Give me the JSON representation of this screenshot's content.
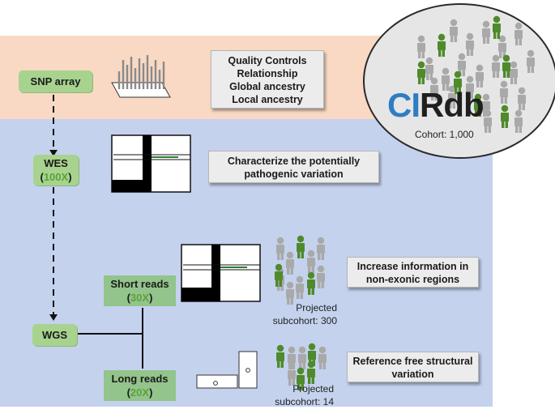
{
  "nodes": {
    "snp": "SNP array",
    "wes_name": "WES",
    "wes_depth": "100X",
    "wgs": "WGS",
    "short_name": "Short reads",
    "short_depth": "30X",
    "long_name": "Long reads",
    "long_depth": "20X"
  },
  "callouts": {
    "snp": [
      "Quality Controls",
      "Relationship",
      "Global ancestry",
      "Local ancestry"
    ],
    "wes": [
      "Characterize the potentially",
      "pathogenic variation"
    ],
    "short": [
      "Increase information in",
      "non-exonic regions"
    ],
    "long": [
      "Reference free structural",
      "variation"
    ]
  },
  "cohort": {
    "logo_ci": "CI",
    "logo_rdb": "Rdb",
    "caption": "Cohort: 1,000"
  },
  "subcohorts": {
    "short": [
      "Projected",
      "subcohort: 300"
    ],
    "long": [
      "Projected",
      "subcohort: 14"
    ]
  },
  "colors": {
    "snp_band": "#f9d9c4",
    "main_band": "#c4d2ee",
    "node_green": "#a7d38e",
    "person_green": "#4f8a2b",
    "person_gray": "#a9a9a9",
    "logo_blue": "#2d7ec2"
  },
  "icons": [
    "snp-array-chart-icon",
    "alignment-reads-icon",
    "people-group-icon",
    "long-read-device-icon"
  ]
}
